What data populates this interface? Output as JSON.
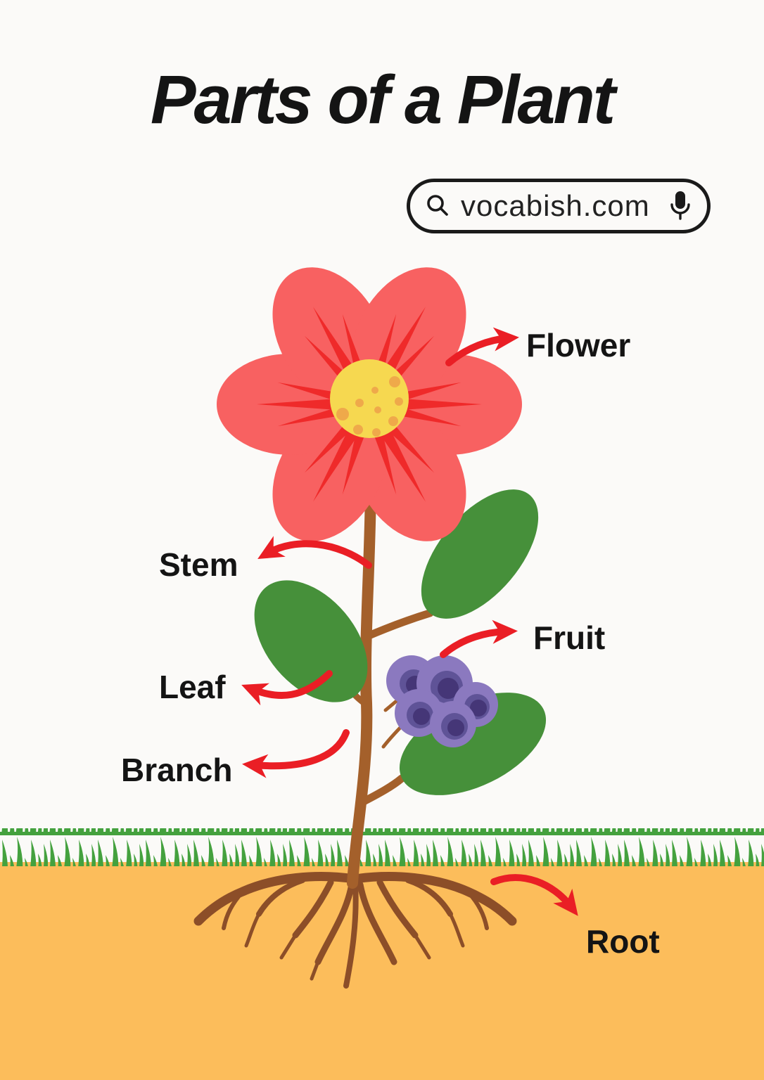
{
  "title": "Parts of a Plant",
  "search_pill": {
    "url": "vocabish.com",
    "left_icon": "search-icon",
    "right_icon": "microphone-icon"
  },
  "labels": {
    "flower": "Flower",
    "stem": "Stem",
    "fruit": "Fruit",
    "leaf": "Leaf",
    "branch": "Branch",
    "root": "Root"
  },
  "colors": {
    "background": "#FBFAF8",
    "title_text": "#141414",
    "label_text": "#141414",
    "petal": "#F86161",
    "petal_streak": "#EF2A2A",
    "flower_center": "#F6D850",
    "flower_center_dots": "#EFA94A",
    "leaf": "#46903A",
    "grass": "#44A13E",
    "stem": "#A4602B",
    "root": "#8C4E28",
    "soil": "#FCBD5B",
    "berry": "#8B79BF",
    "berry_mid": "#5F5397",
    "berry_dark": "#453677",
    "arrow": "#EA1E25",
    "pill_border": "#1A1A1A",
    "pill_text": "#222222"
  }
}
